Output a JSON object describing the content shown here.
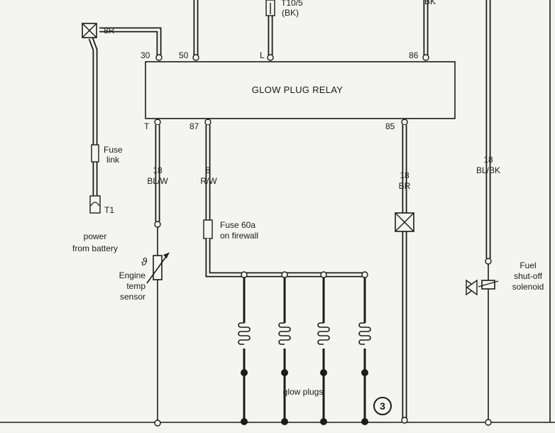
{
  "relay": {
    "title": "GLOW PLUG RELAY",
    "pins": {
      "p30": "30",
      "p50": "50",
      "pL": "L",
      "p86": "86",
      "pT": "T",
      "p87": "87",
      "p85": "85"
    }
  },
  "top": {
    "connector": "T10/5",
    "connector_color": "(BK)",
    "bk_partial": "BK"
  },
  "left": {
    "fusebox_label": "8R",
    "fuse_link": [
      "Fuse",
      "link"
    ],
    "t1": "T1",
    "power": [
      "power",
      "from battery"
    ]
  },
  "wires": {
    "t_gauge": "18",
    "t_color": "BL/W",
    "w87_gauge": "8",
    "w87_color": "R/W",
    "w85_gauge": "18",
    "w85_color": "BR",
    "sol_gauge": "18",
    "sol_color": "BL/BK"
  },
  "components": {
    "fuse60": [
      "Fuse 60a",
      "on firewall"
    ],
    "temp_symbol": "ϑ",
    "temp_sensor": [
      "Engine",
      "temp",
      "sensor"
    ],
    "glow_plugs": "glow plugs",
    "solenoid": [
      "Fuel",
      "shut-off",
      "solenoid"
    ],
    "ground_badge": "3"
  }
}
